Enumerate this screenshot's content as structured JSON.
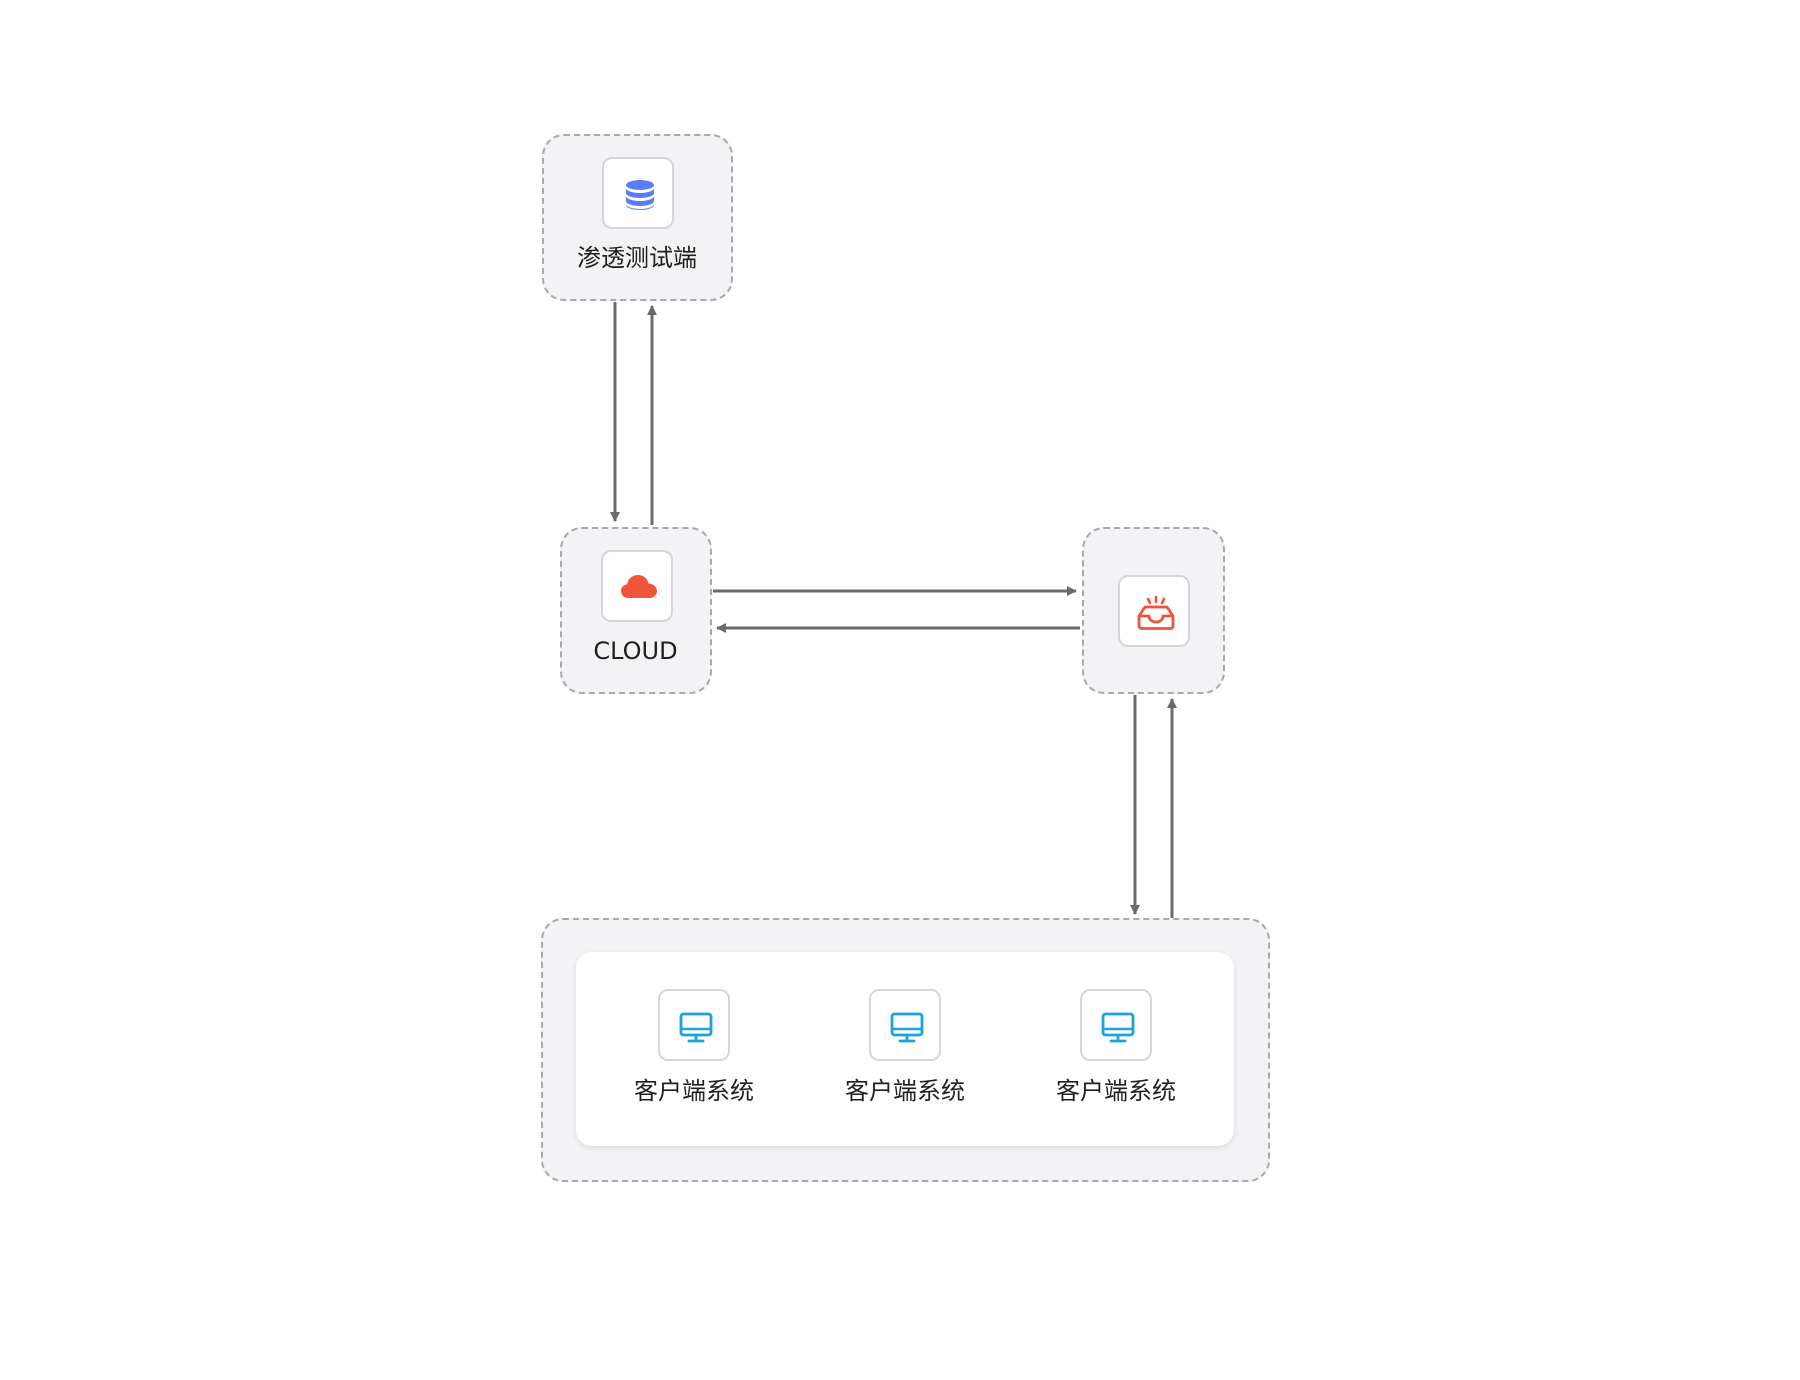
{
  "nodes": {
    "pentest_client": {
      "label": "渗透测试端",
      "icon": "database-icon",
      "color": "#5b7cf7"
    },
    "cloud": {
      "label": "CLOUD",
      "icon": "cloud-icon",
      "color": "#f0543a"
    },
    "gateway": {
      "label": "",
      "icon": "inbox-alert-icon",
      "color": "#f0543a"
    },
    "client_systems": {
      "items": [
        {
          "label": "客户端系统",
          "icon": "monitor-icon"
        },
        {
          "label": "客户端系统",
          "icon": "monitor-icon"
        },
        {
          "label": "客户端系统",
          "icon": "monitor-icon"
        }
      ],
      "color": "#1aa3dd"
    }
  },
  "connections": [
    {
      "from": "pentest_client",
      "to": "cloud"
    },
    {
      "from": "cloud",
      "to": "pentest_client"
    },
    {
      "from": "cloud",
      "to": "gateway"
    },
    {
      "from": "gateway",
      "to": "cloud"
    },
    {
      "from": "gateway",
      "to": "client_systems"
    },
    {
      "from": "client_systems",
      "to": "gateway"
    }
  ],
  "colors": {
    "group_fill": "#f3f3f5",
    "group_border": "#a9a9ad",
    "arrow": "#6b6b6b"
  }
}
